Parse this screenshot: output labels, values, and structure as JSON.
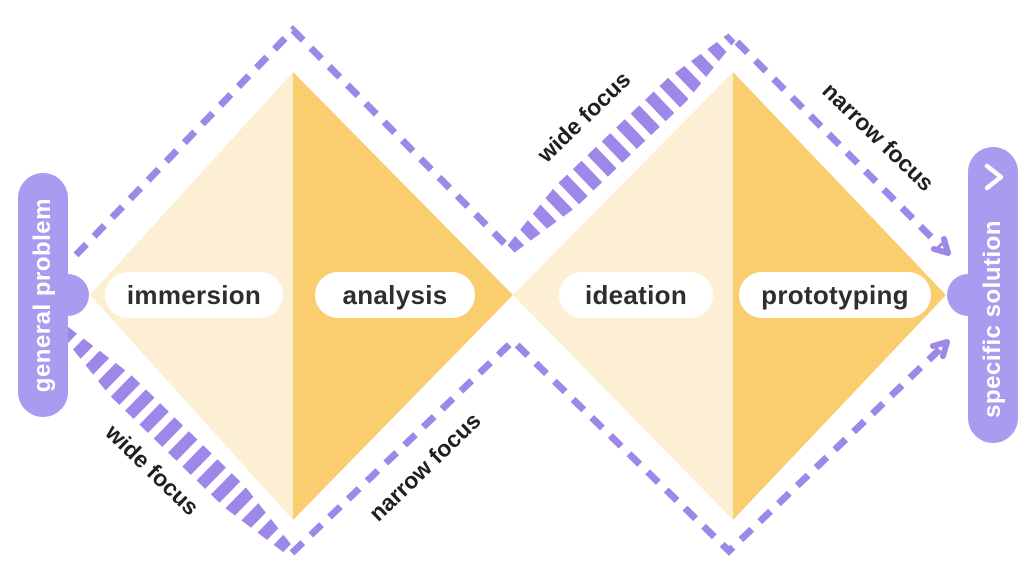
{
  "colors": {
    "purple": "#A99BEF",
    "purple-dash": "#9D87E8",
    "cream": "#FCEFD3",
    "amber": "#FACD6E",
    "stage-text": "#2E2E2E",
    "focus-text": "#1F1F1F",
    "pill-text": "#FFFFFF",
    "background": "#FFFFFF"
  },
  "endpoints": {
    "start": {
      "label": "general problem"
    },
    "end": {
      "label": "specific solution",
      "icon": "chevron-right"
    }
  },
  "stages": [
    {
      "label": "immersion"
    },
    {
      "label": "analysis"
    },
    {
      "label": "ideation"
    },
    {
      "label": "prototyping"
    }
  ],
  "focus_annotations": [
    {
      "label": "wide focus",
      "position": "top-center"
    },
    {
      "label": "narrow focus",
      "position": "top-right"
    },
    {
      "label": "wide focus",
      "position": "bottom-left"
    },
    {
      "label": "narrow focus",
      "position": "bottom-center"
    }
  ]
}
